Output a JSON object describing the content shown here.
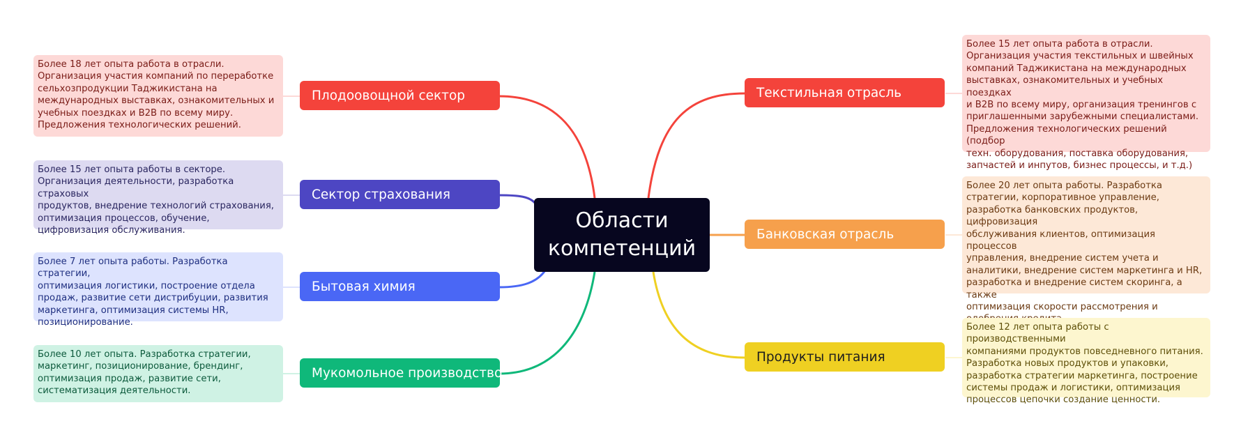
{
  "center": {
    "title": "Области\nкомпетенций",
    "color": "#07061f"
  },
  "branches": [
    {
      "id": "fruit",
      "label": "Плодоовощной сектор",
      "color": "#f4433b",
      "note_bg": "#fdd9d7",
      "note_text_color": "#7a1c17",
      "note": "Более 18 лет опыта работа в отрасли.\nОрганизация участия компаний по переработке\nсельхозпродукции Таджикистана на\nмеждународных выставках, ознакомительных и\nучебных поездках и B2B по всему миру.\nПредложения технологических решений."
    },
    {
      "id": "insurance",
      "label": "Сектор страхования",
      "color": "#4d46c3",
      "note_bg": "#dddaf1",
      "note_text_color": "#2a2660",
      "note": "Более 15 лет опыта работы в секторе.\nОрганизация деятельности, разработка страховых\nпродуктов, внедрение технологий страхования,\nоптимизация процессов, обучение,\nцифровизация обслуживания."
    },
    {
      "id": "chemistry",
      "label": "Бытовая химия",
      "color": "#4a67f5",
      "note_bg": "#dde3fe",
      "note_text_color": "#1f2f80",
      "note": "Более 7 лет опыта работы. Разработка стратегии,\nоптимизация логистики, построение отдела\nпродаж, развитие сети дистрибуции, развития\nмаркетинга, оптимизация системы HR,\nпозиционирование."
    },
    {
      "id": "flour",
      "label": "Мукомольное производство",
      "color": "#0fb87a",
      "note_bg": "#cff2e4",
      "note_text_color": "#0c5a3c",
      "note": "Более 10 лет опыта. Разработка стратегии,\nмаркетинг, позиционирование, брендинг,\nоптимизация продаж, развитие сети,\nсистематизация деятельности."
    },
    {
      "id": "textile",
      "label": "Текстильная отрасль",
      "color": "#f4433b",
      "note_bg": "#fdd9d7",
      "note_text_color": "#7a1c17",
      "note": "Более 15 лет опыта работа в отрасли.\nОрганизация участия текстильных и швейных\nкомпаний Таджикистана на  международных\nвыставках, ознакомительных и учебных поездках\nи B2B по всему миру, организация тренингов с\nприглашенными зарубежными специалистами.\nПредложения технологических решений (подбор\nтехн. оборудования, поставка оборудования,\nзапчастей и инпутов, бизнес процессы, и т.д.)"
    },
    {
      "id": "banking",
      "label": "Банковская отрасль",
      "color": "#f6a04c",
      "note_bg": "#fde8d7",
      "note_text_color": "#6b3a12",
      "note": "Более 20 лет опыта работы. Разработка\nстратегии, корпоративное управление,\nразработка банковских продуктов, цифровизация\nобслуживания клиентов, оптимизация процессов\nуправления, внедрение систем учета и\nаналитики, внедрение систем маркетинга и HR,\nразработка и внедрение систем скоринга, а также\nоптимизация скорости рассмотрения и\nодобрения кредита."
    },
    {
      "id": "food",
      "label": "Продукты питания",
      "color": "#efd022",
      "note_bg": "#fdf6cf",
      "note_text_color": "#5e4f08",
      "note": "Более 12 лет опыта работы с производственными\nкомпаниями продуктов повседневного питания.\nРазработка новых продуктов и упаковки,\nразработка стратегии маркетинга, построение\nсистемы продаж и логистики, оптимизация\nпроцессов цепочки создание ценности."
    }
  ]
}
